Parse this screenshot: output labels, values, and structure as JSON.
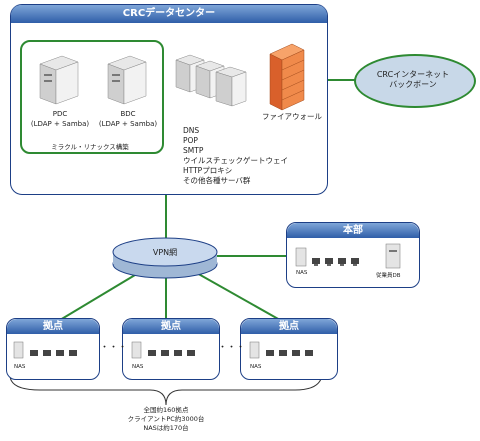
{
  "datacenter": {
    "title": "CRCデータセンター",
    "pdc_label": "PDC",
    "pdc_sub": "(LDAP + Samba)",
    "bdc_label": "BDC",
    "bdc_sub": "(LDAP + Samba)",
    "group_label": "ミラクル・リナックス構築",
    "firewall_label": "ファイアウォール",
    "services": [
      "DNS",
      "POP",
      "SMTP",
      "ウイルスチェックゲートウェイ",
      "HTTPプロキシ",
      "その他各種サーバ群"
    ]
  },
  "backbone": {
    "line1": "CRCインターネット",
    "line2": "バックボーン"
  },
  "vpn": {
    "label": "VPN網"
  },
  "hq": {
    "title": "本部",
    "nas": "NAS",
    "emp_db": "従業員DB"
  },
  "branches": [
    {
      "title": "拠点",
      "nas": "NAS"
    },
    {
      "title": "拠点",
      "nas": "NAS"
    },
    {
      "title": "拠点",
      "nas": "NAS"
    }
  ],
  "dots": "・・・",
  "summary": [
    "全国約160拠点",
    "クライアントPC約3000台",
    "NASは約170台"
  ],
  "colors": {
    "accent": "#1d3f86",
    "green": "#2e8a32",
    "ellipse": "#bcd0e8"
  }
}
